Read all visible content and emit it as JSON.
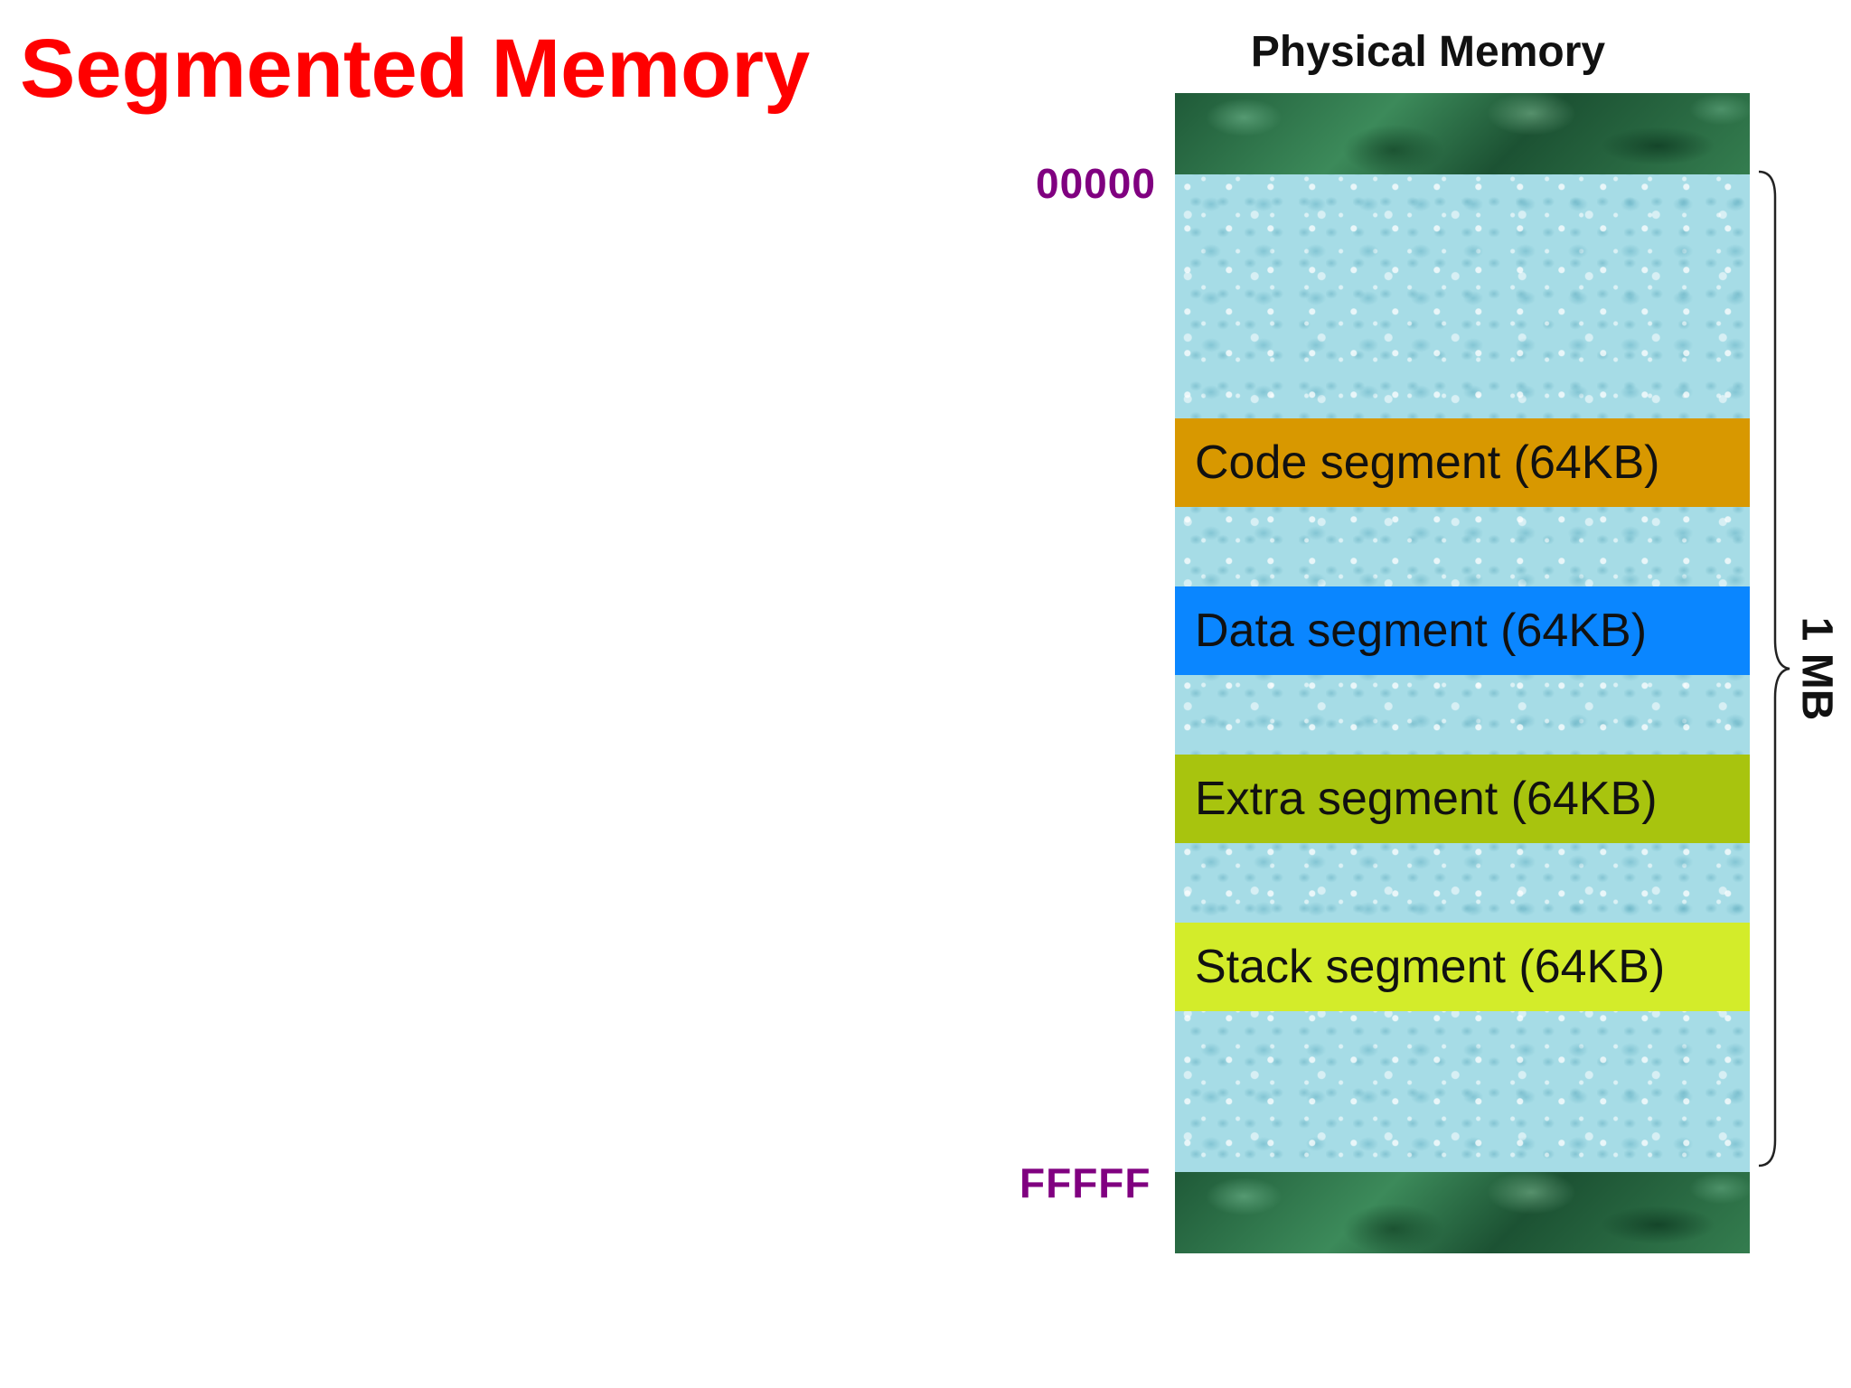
{
  "slide": {
    "title": "Segmented Memory",
    "title_color": "#ff0000"
  },
  "memory_map": {
    "heading": "Physical Memory",
    "start_address": "00000",
    "end_address": "FFFFF",
    "address_color": "#800080",
    "size_label": "1 MB",
    "segments": [
      {
        "label": "Code segment (64KB)",
        "color": "#d89800"
      },
      {
        "label": "Data segment (64KB)",
        "color": "#0a86ff"
      },
      {
        "label": "Extra segment (64KB)",
        "color": "#a8c40e"
      },
      {
        "label": "Stack segment (64KB)",
        "color": "#d3ec2a"
      }
    ]
  }
}
